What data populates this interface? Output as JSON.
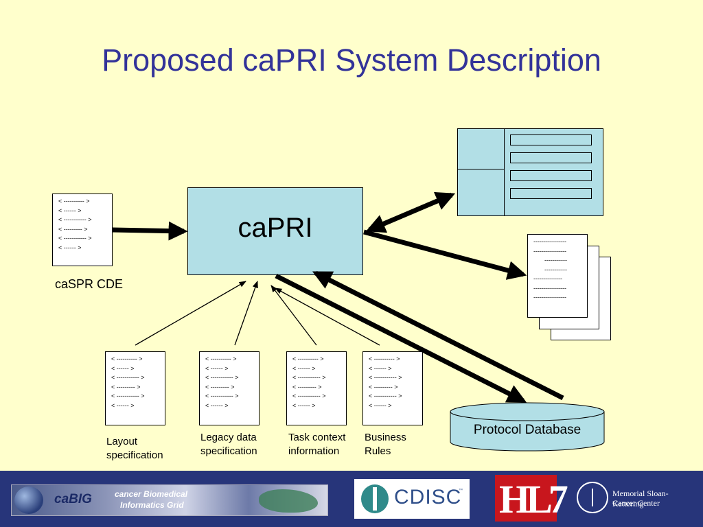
{
  "title": "Proposed caPRI System Description",
  "doc_lines": [
    "< ---------- >",
    "< ------ >",
    "< ----------- >",
    "< --------- >",
    "< ----------- >",
    "< ------ >"
  ],
  "caspr": {
    "label": "caSPR CDE"
  },
  "center": {
    "label": "caPRI"
  },
  "inputs": [
    {
      "label": "Layout specification"
    },
    {
      "label": "Legacy data specification"
    },
    {
      "label": "Task context information"
    },
    {
      "label": "Business Rules"
    }
  ],
  "report_lines": [
    "----------------",
    "----------------",
    "-----------",
    "-----------",
    "--------------",
    "----------------",
    "----------------"
  ],
  "database": {
    "label": "Protocol Database"
  },
  "footer": {
    "cabig": {
      "brand": "caBIG",
      "tagline_1": "cancer Biomedical",
      "tagline_2": "Informatics Grid"
    },
    "cdisc": {
      "text": "CDISC"
    },
    "hl7": {
      "text": "HL7"
    },
    "msk": {
      "line_1": "Memorial Sloan-Kettering",
      "line_2": "Cancer Center"
    }
  },
  "colors": {
    "background": "#FFFFCC",
    "title": "#333399",
    "box_fill": "#B2DFE6",
    "footer": "#27357A"
  }
}
